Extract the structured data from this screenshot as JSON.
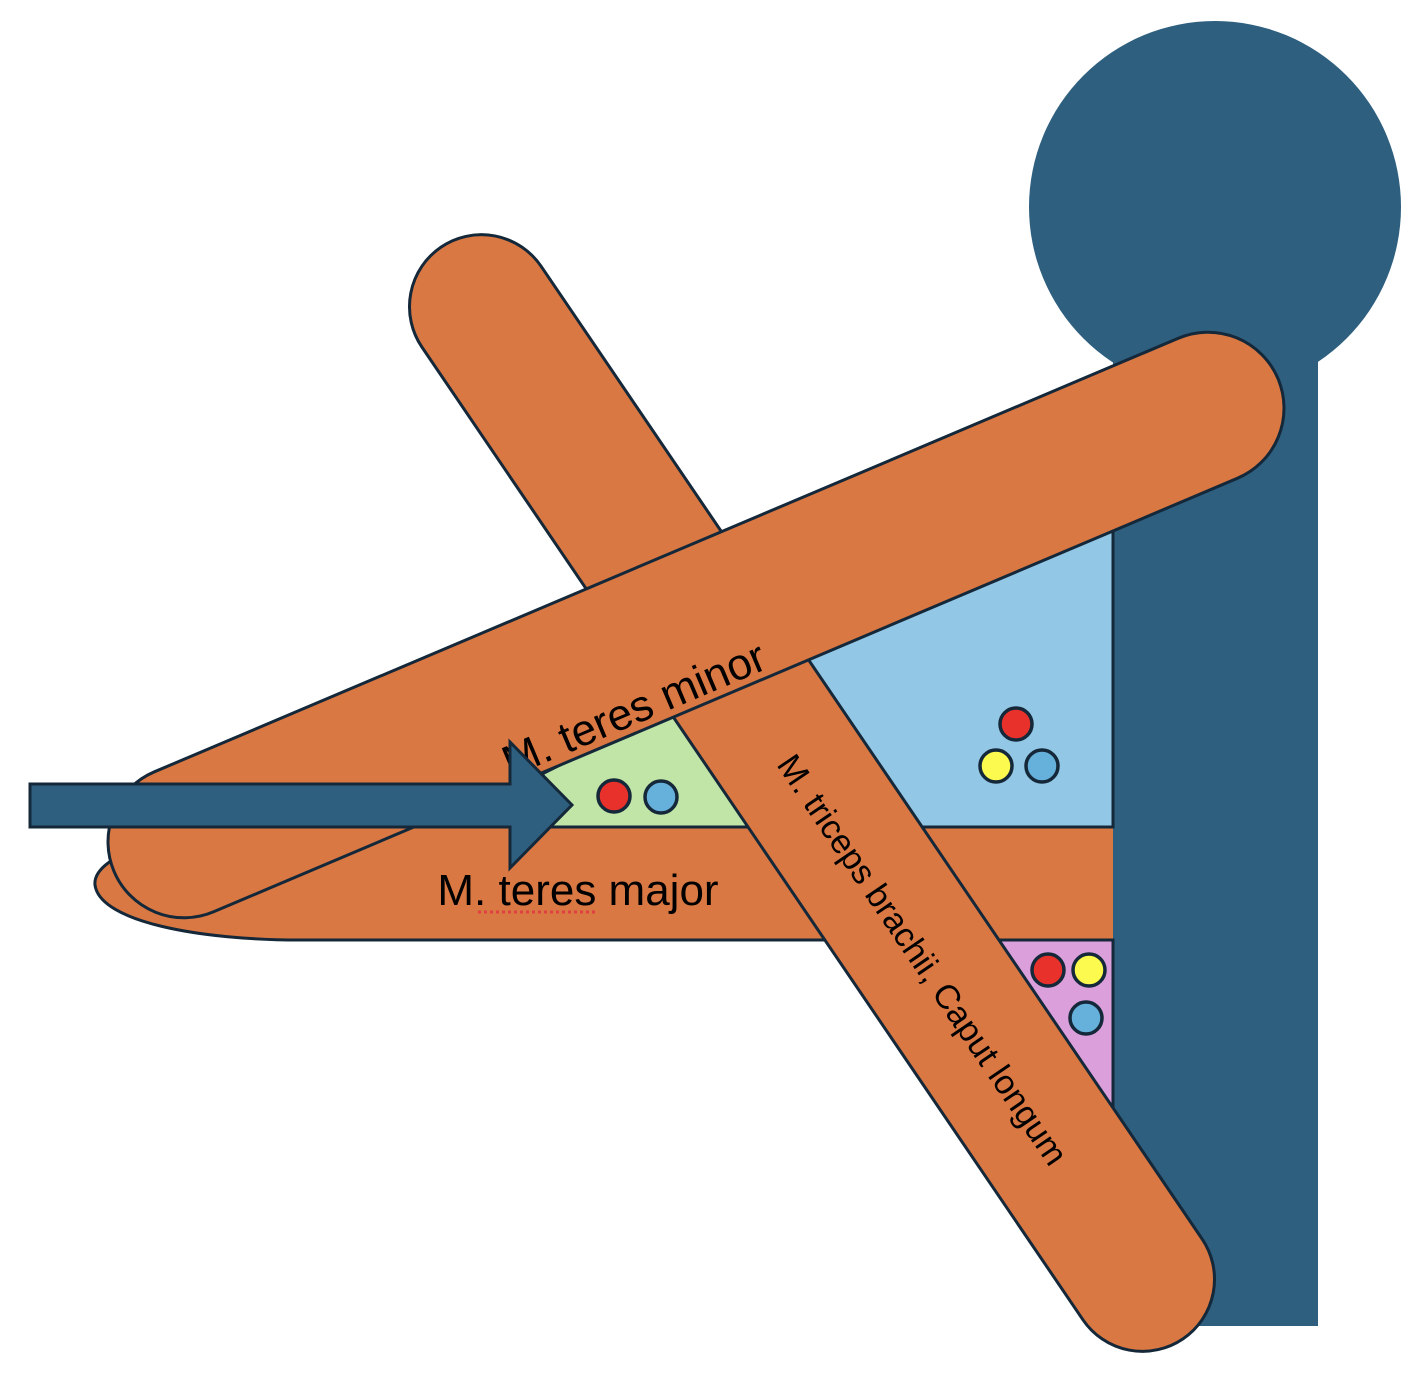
{
  "labels": {
    "teres_minor": "M. teres minor",
    "teres_major": "M. teres major",
    "triceps": "M. triceps brachii, Caput longum"
  },
  "colors": {
    "bone": "#2e5f7f",
    "muscle": "#d97842",
    "outline": "#14283a",
    "space_blue": "#93c7e6",
    "space_green": "#c1e4a7",
    "space_pink": "#dba0db",
    "dot_red": "#e8312a",
    "dot_yellow": "#fcf94f",
    "dot_blue": "#66b0dc"
  }
}
